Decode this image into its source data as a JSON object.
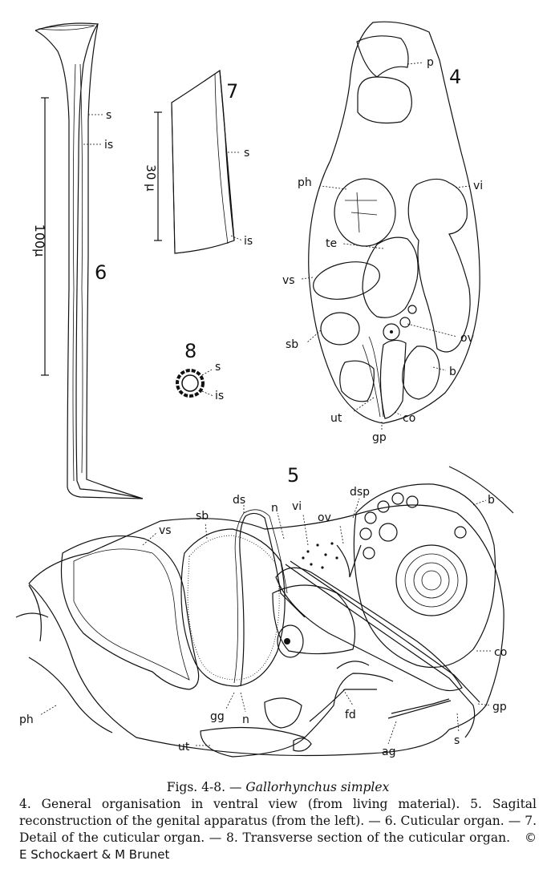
{
  "figures": {
    "fig4": {
      "number": "4",
      "labels": {
        "p": "p",
        "ph": "ph",
        "vi": "vi",
        "te": "te",
        "vs": "vs",
        "ov": "ov",
        "sb": "sb",
        "b": "b",
        "ut": "ut",
        "co": "co",
        "gp": "gp"
      }
    },
    "fig5": {
      "number": "5",
      "labels": {
        "vs": "vs",
        "sb": "sb",
        "ds": "ds",
        "n": "n",
        "vi": "vi",
        "ov": "ov",
        "dsp": "dsp",
        "b": "b",
        "co": "co",
        "gp": "gp",
        "ph": "ph",
        "gg": "gg",
        "n2": "n",
        "fd": "fd",
        "ut": "ut",
        "ag": "ag",
        "s": "s"
      }
    },
    "fig6": {
      "number": "6",
      "scale": "100µ",
      "labels": {
        "s": "s",
        "is": "is"
      }
    },
    "fig7": {
      "number": "7",
      "scale": "30 µ",
      "labels": {
        "s": "s",
        "is": "is"
      }
    },
    "fig8": {
      "number": "8",
      "labels": {
        "s": "s",
        "is": "is"
      }
    }
  },
  "caption": {
    "title_prefix": "Figs. 4-8. — ",
    "title_species": "Gallorhynchus simplex",
    "body": "4. General organisation in ventral view (from living material). 5. Sagital reconstruction of the genital apparatus (from the left). — 6. Cuticular organ. — 7. Detail of the cuticular organ. — 8. Transverse section of the cuticular organ.",
    "credit": "© E Schockaert & M Brunet"
  }
}
